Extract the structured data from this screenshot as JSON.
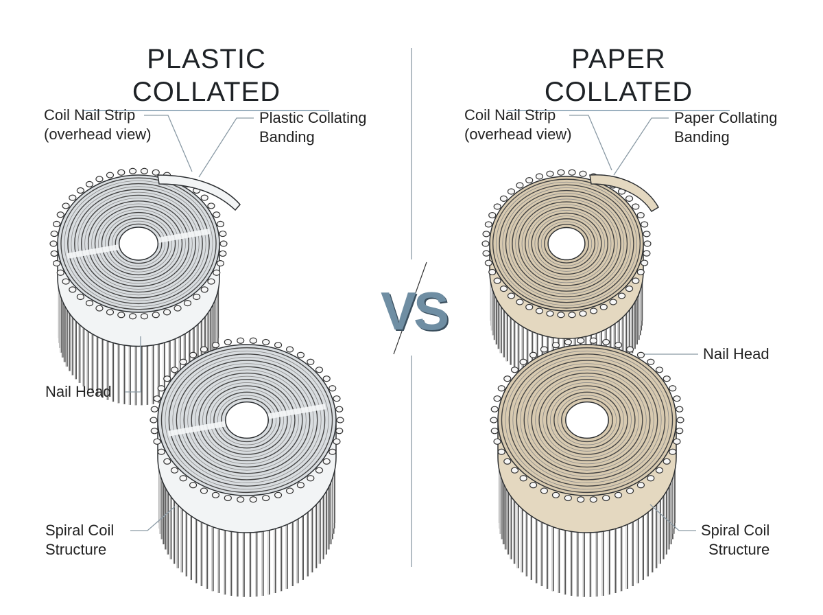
{
  "left": {
    "title": "PLASTIC COLLATED",
    "strip_label": "Coil Nail Strip\n(overhead view)",
    "banding_label": "Plastic Collating\nBanding",
    "head_label": "Nail Head",
    "coil_label": "Spiral Coil\nStructure"
  },
  "right": {
    "title": "PAPER COLLATED",
    "strip_label": "Coil Nail Strip\n(overhead view)",
    "banding_label": "Paper Collating\nBanding",
    "head_label": "Nail Head",
    "coil_label": "Spiral Coil\nStructure"
  },
  "vs_label": "VS",
  "colors": {
    "plastic_band": "#f2f4f5",
    "paper_band": "#e4d8c0",
    "outline": "#2b2e31",
    "accent": "#6f8ea3",
    "divider": "#9aa7b0"
  }
}
